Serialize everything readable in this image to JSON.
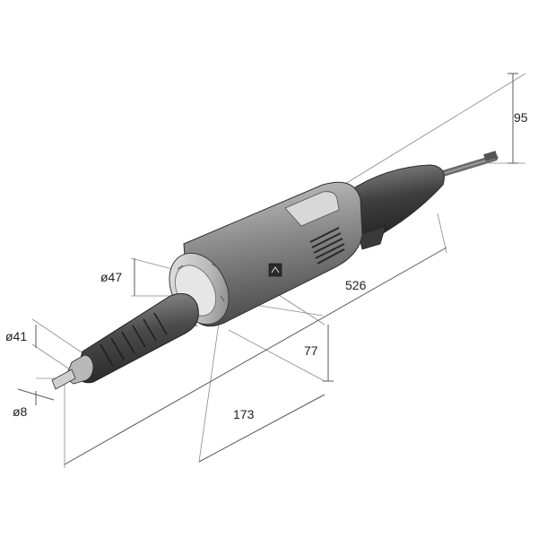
{
  "dimensions": {
    "height": "95",
    "overall_length": "526",
    "collar_diameter": "ø47",
    "nose_diameter": "ø41",
    "shank_diameter": "ø8",
    "axis_height": "77",
    "nose_length": "173"
  },
  "colors": {
    "body": "#8e8e8e",
    "body_dark": "#4e4e4e",
    "grip": "#3c3c3c",
    "highlight": "#c8c8c8",
    "line": "#5a5a5a"
  }
}
